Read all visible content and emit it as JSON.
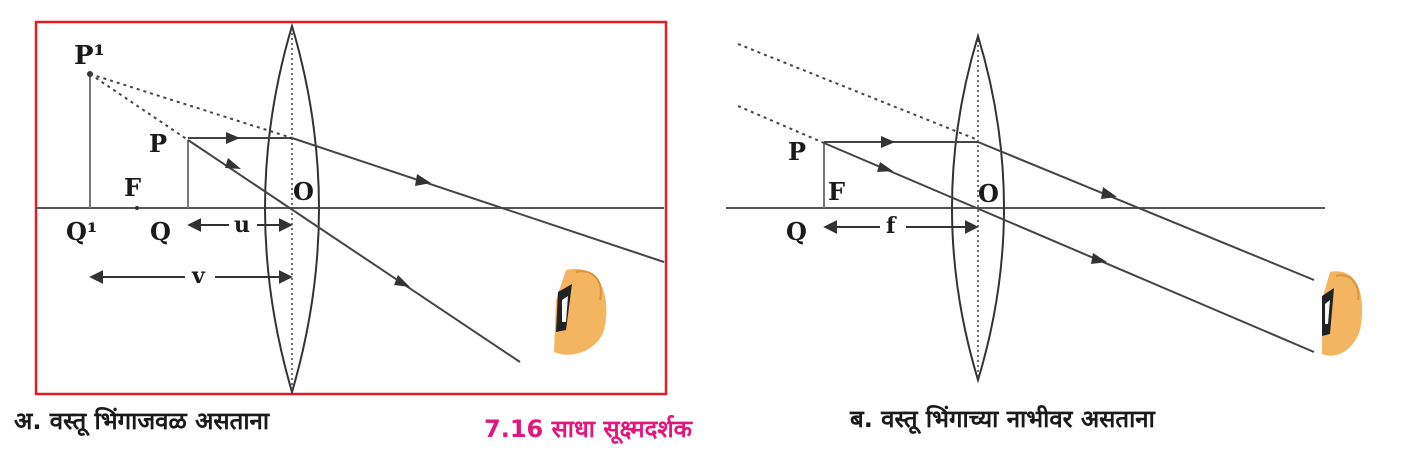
{
  "colors": {
    "frame": "#e31b23",
    "lines": "#333333",
    "title": "#e0177d",
    "eye_skin": "#f3b562"
  },
  "diagram_a": {
    "points": {
      "p_image": "P¹",
      "p_object": "P",
      "focus": "F",
      "q_image": "Q¹",
      "q_object": "Q",
      "center": "O"
    },
    "distance_u": "u",
    "distance_v": "v",
    "caption": "अ. वस्तू भिंगाजवळ असताना"
  },
  "diagram_b": {
    "points": {
      "p_object": "P",
      "focus": "F",
      "q_object": "Q",
      "center": "O"
    },
    "distance_f": "f",
    "caption": "ब. वस्तू भिंगाच्या नाभीवर असताना"
  },
  "figure_title": "7.16 साधा सूक्ष्मदर्शक",
  "icons": [
    "eye-icon",
    "lens-icon"
  ]
}
